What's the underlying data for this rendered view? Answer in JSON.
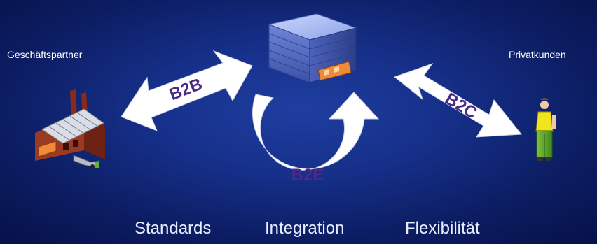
{
  "left_party": {
    "label": "Geschäftspartner",
    "icon": "factory-icon"
  },
  "right_party": {
    "label": "Privatkunden",
    "icon": "person-icon"
  },
  "center": {
    "icon": "server-icon"
  },
  "arrows": {
    "b2b": "B2B",
    "b2c": "B2C",
    "b2e": "B2E"
  },
  "footer": {
    "standards": "Standards",
    "integration": "Integration",
    "flexibility": "Flexibilität"
  },
  "colors": {
    "background": "#16308a",
    "arrow_fill": "#ffffff",
    "arrow_text": "#4a2a86"
  }
}
